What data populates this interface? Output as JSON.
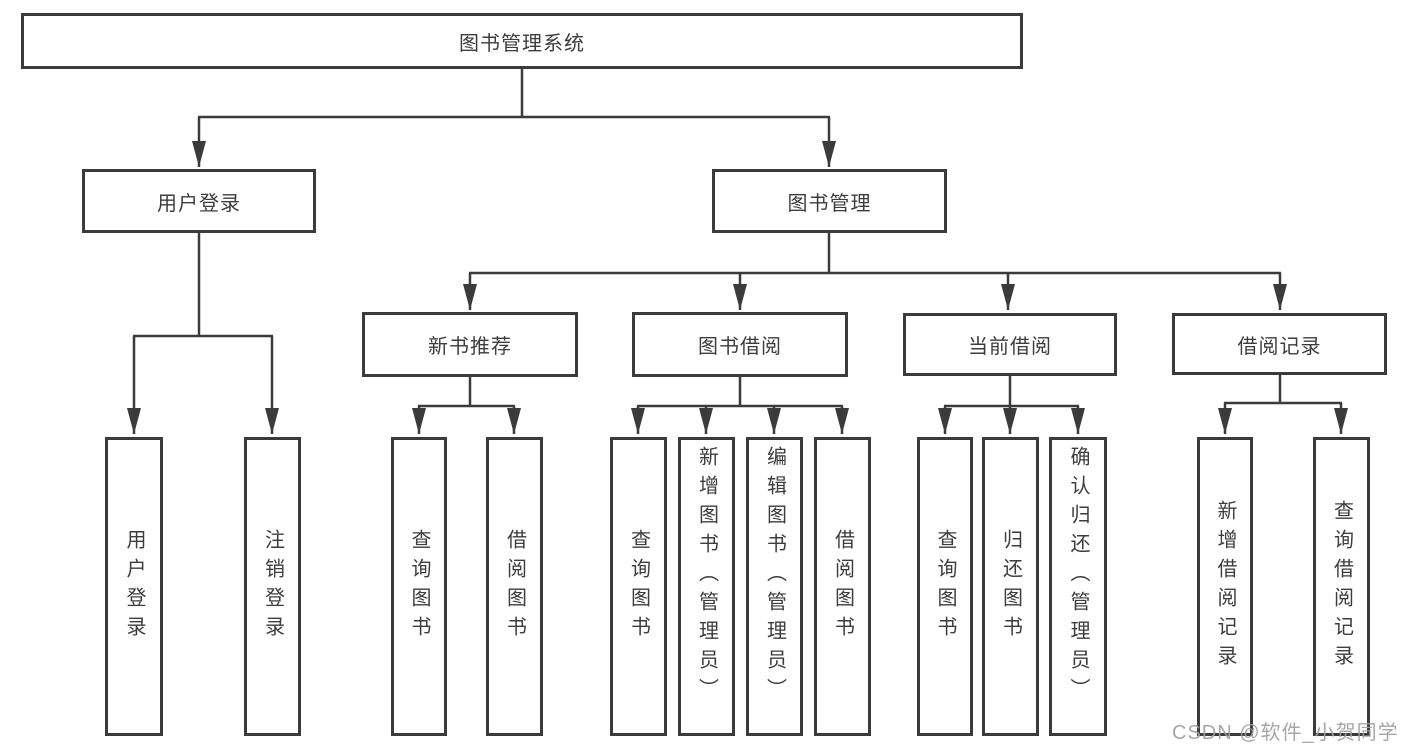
{
  "tree": {
    "label": "图书管理系统",
    "children": [
      {
        "label": "用户登录",
        "children": [
          {
            "label": "用户登录"
          },
          {
            "label": "注销登录"
          }
        ]
      },
      {
        "label": "图书管理",
        "children": [
          {
            "label": "新书推荐",
            "children": [
              {
                "label": "查询图书"
              },
              {
                "label": "借阅图书"
              }
            ]
          },
          {
            "label": "图书借阅",
            "children": [
              {
                "label": "查询图书"
              },
              {
                "label": "新增图书（管理员）"
              },
              {
                "label": "编辑图书（管理员）"
              },
              {
                "label": "借阅图书"
              }
            ]
          },
          {
            "label": "当前借阅",
            "children": [
              {
                "label": "查询图书"
              },
              {
                "label": "归还图书"
              },
              {
                "label": "确认归还（管理员）"
              }
            ]
          },
          {
            "label": "借阅记录",
            "children": [
              {
                "label": "新增借阅记录"
              },
              {
                "label": "查询借阅记录"
              }
            ]
          }
        ]
      }
    ]
  },
  "watermark": "CSDN @软件_小贺同学",
  "colors": {
    "line": "#3b3b3b",
    "border": "#3b3b3b",
    "text": "#3d3d3d",
    "watermark": "#a0a0a0",
    "background": "#ffffff"
  }
}
